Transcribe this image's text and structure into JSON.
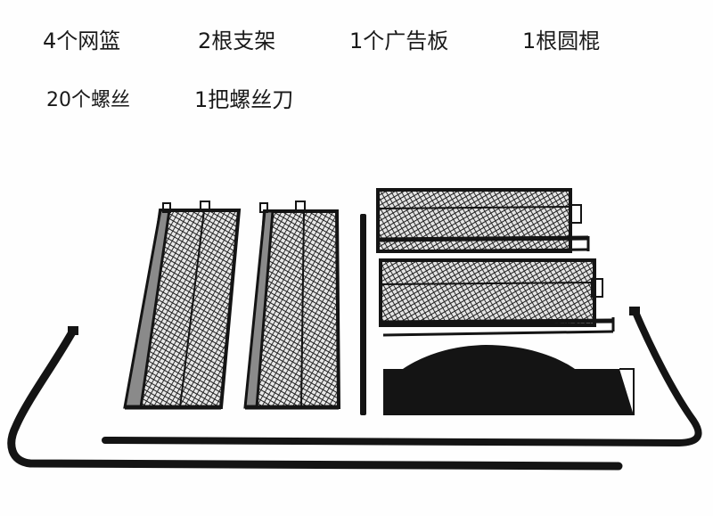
{
  "captions": {
    "row1": [
      "4个网篮",
      "2根支架",
      "1个广告板",
      "1根圆棍"
    ],
    "row2": [
      "20个螺丝",
      "1把螺丝刀"
    ]
  },
  "colors": {
    "background": "#fefefe",
    "metal": "#141414",
    "mesh_fill": "#e6e6e6"
  },
  "parts": {
    "mesh_baskets": 4,
    "support_frames": 2,
    "ad_board": 1,
    "round_rod": 1
  }
}
